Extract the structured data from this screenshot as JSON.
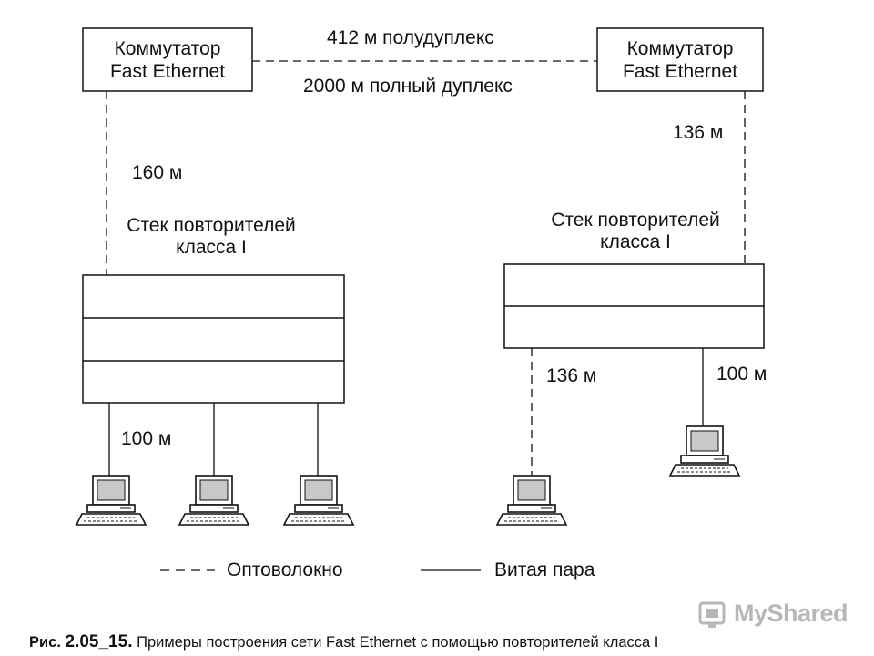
{
  "switch_left": {
    "line1": "Коммутатор",
    "line2": "Fast Ethernet"
  },
  "switch_right": {
    "line1": "Коммутатор",
    "line2": "Fast Ethernet"
  },
  "link_top": "412 м полудуплекс",
  "link_bottom": "2000 м полный дуплекс",
  "left_uplink_length": "160 м",
  "right_uplink_length": "136 м",
  "stack_left": {
    "line1": "Стек повторителей",
    "line2": "класса I"
  },
  "stack_right": {
    "line1": "Стек повторителей",
    "line2": "класса I"
  },
  "left_drop_length": "100 м",
  "right_drop_fiber_length": "136 м",
  "right_drop_tp_length": "100 м",
  "legend": {
    "fiber": "Оптоволокно",
    "twisted_pair": "Витая пара"
  },
  "caption": {
    "prefix": "Рис.",
    "number": "2.05_15.",
    "text": "Примеры построения сети Fast Ethernet с помощью повторителей класса I"
  },
  "watermark": "MyShared",
  "icons": [
    "computer-icon",
    "myshared-logo-icon"
  ],
  "colors": {
    "line": "#111111",
    "watermark": "#b7b7b7"
  }
}
